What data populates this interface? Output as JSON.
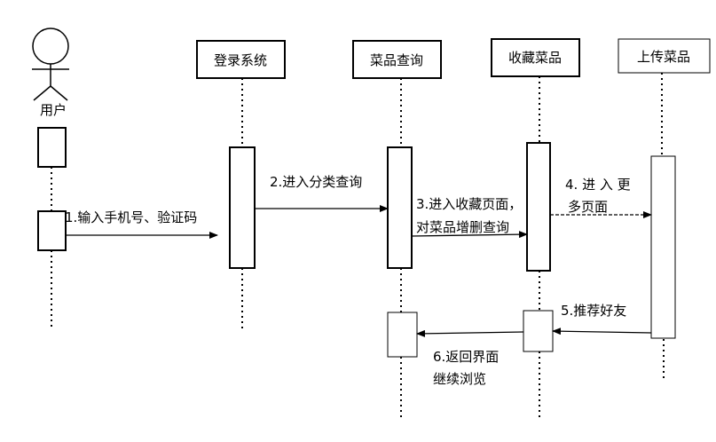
{
  "actor": {
    "label": "用户"
  },
  "lifelines": [
    {
      "id": "login",
      "label": "登录系统"
    },
    {
      "id": "query",
      "label": "菜品查询"
    },
    {
      "id": "fav",
      "label": "收藏菜品"
    },
    {
      "id": "upload",
      "label": "上传菜品"
    }
  ],
  "messages": [
    {
      "id": "m1",
      "lines": [
        "1.输入手机号、验证码"
      ]
    },
    {
      "id": "m2",
      "lines": [
        "2.进入分类查询"
      ]
    },
    {
      "id": "m3",
      "lines": [
        "3.进入收藏页面，",
        "对菜品增删查询"
      ]
    },
    {
      "id": "m4",
      "lines": [
        "4. 进 入 更",
        "多页面"
      ]
    },
    {
      "id": "m5",
      "lines": [
        "5.推荐好友"
      ]
    },
    {
      "id": "m6",
      "lines": [
        "6.返回界面",
        "继续浏览"
      ]
    }
  ],
  "colors": {
    "line": "#000000",
    "box_border": "#000000",
    "background": "#ffffff"
  }
}
